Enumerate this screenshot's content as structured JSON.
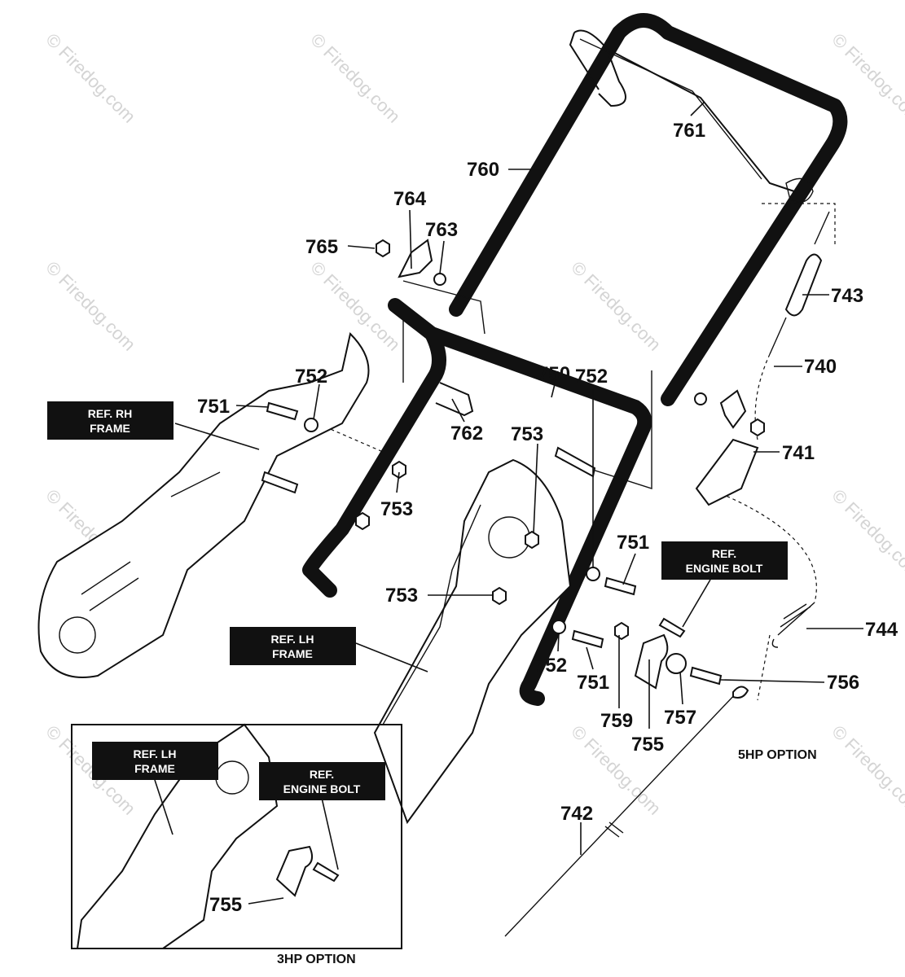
{
  "watermark": "© Firedog.com",
  "labels": {
    "p760": "760",
    "p761": "761",
    "p764": "764",
    "p763": "763",
    "p765": "765",
    "p743": "743",
    "p740": "740",
    "p750": "750",
    "p752a": "752",
    "p752b": "752",
    "p752c": "752",
    "p751a": "751",
    "p751b": "751",
    "p751c": "751",
    "p762": "762",
    "p753a": "753",
    "p753b": "753",
    "p753c": "753",
    "p741": "741",
    "p744": "744",
    "p756": "756",
    "p757": "757",
    "p759": "759",
    "p755a": "755",
    "p755b": "755",
    "p742": "742"
  },
  "ref_boxes": {
    "rh_frame": {
      "line1": "REF. RH",
      "line2": "FRAME"
    },
    "lh_frame": {
      "line1": "REF. LH",
      "line2": "FRAME"
    },
    "engine_bolt": {
      "line1": "REF.",
      "line2": "ENGINE BOLT"
    },
    "inset_lh_frame": {
      "line1": "REF. LH",
      "line2": "FRAME"
    },
    "inset_engine_bolt": {
      "line1": "REF.",
      "line2": "ENGINE BOLT"
    }
  },
  "options": {
    "five_hp": "5HP OPTION",
    "three_hp": "3HP OPTION"
  }
}
